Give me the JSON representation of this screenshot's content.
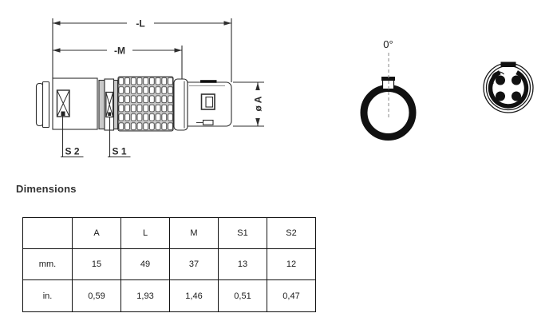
{
  "drawing": {
    "dim_length_label": "-L",
    "dim_mid_label": "-M",
    "dim_diameter_label": "ø A",
    "s2_label": "S 2",
    "s1_label": "S 1",
    "key_angle_label": "0°"
  },
  "section_title": "Dimensions",
  "table": {
    "headers": [
      "",
      "A",
      "L",
      "M",
      "S1",
      "S2"
    ],
    "rows": [
      {
        "label": "mm.",
        "values": [
          "15",
          "49",
          "37",
          "13",
          "12"
        ]
      },
      {
        "label": "in.",
        "values": [
          "0,59",
          "1,93",
          "1,46",
          "0,51",
          "0,47"
        ]
      }
    ]
  },
  "colors": {
    "line": "#2e2e2e",
    "text": "#1a1a1a",
    "knurl_fill": "#cacaca"
  }
}
